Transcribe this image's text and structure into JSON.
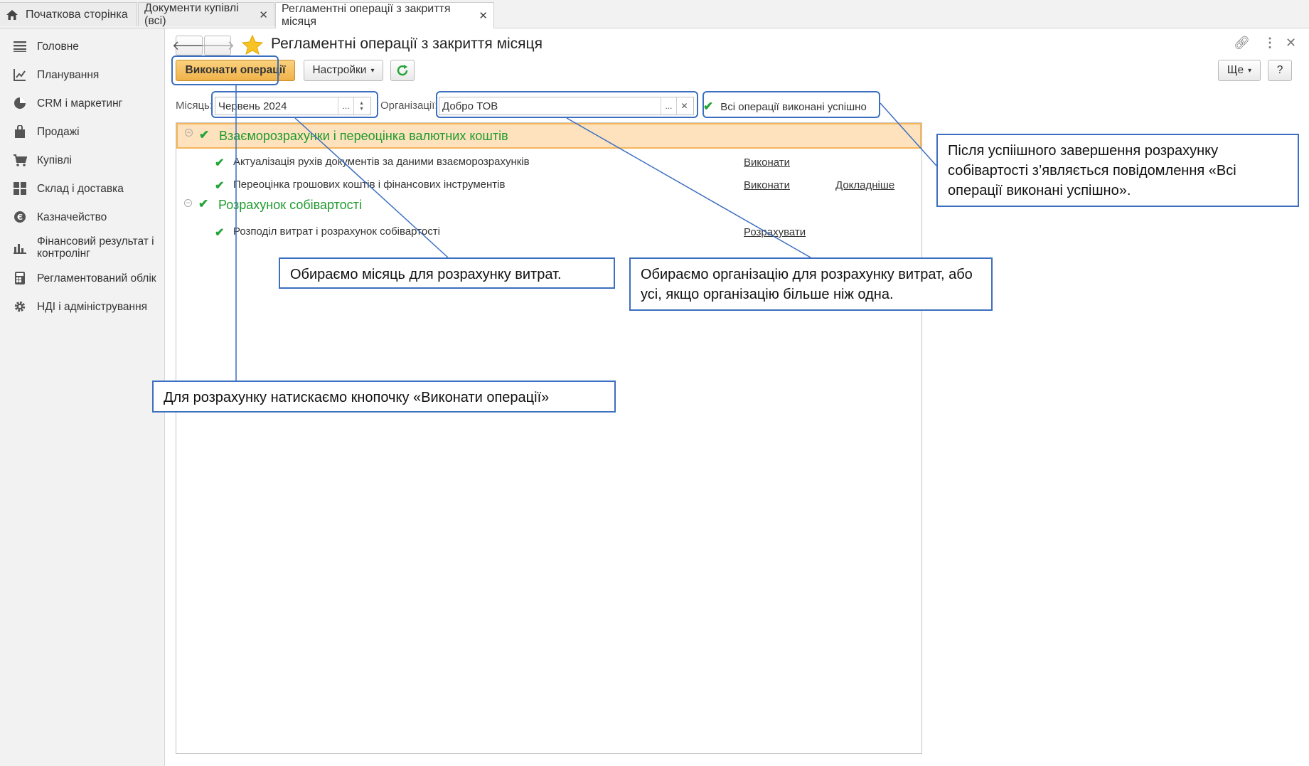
{
  "tabs": [
    {
      "label": "Початкова сторінка"
    },
    {
      "label": "Документи купівлі (всі)"
    },
    {
      "label": "Регламентні операції з закриття місяця"
    }
  ],
  "sidebar": {
    "items": [
      {
        "label": "Головне",
        "icon": "menu-icon"
      },
      {
        "label": "Планування",
        "icon": "chart-line-icon"
      },
      {
        "label": "CRM і маркетинг",
        "icon": "pie-chart-icon"
      },
      {
        "label": "Продажі",
        "icon": "bag-icon"
      },
      {
        "label": "Купівлі",
        "icon": "cart-icon"
      },
      {
        "label": "Склад і доставка",
        "icon": "grid-icon"
      },
      {
        "label": "Казначейство",
        "icon": "coin-icon"
      },
      {
        "label": "Фінансовий результат і контролінг",
        "icon": "bar-chart-icon"
      },
      {
        "label": "Регламентований облік",
        "icon": "calculator-icon"
      },
      {
        "label": "НДІ і адміністрування",
        "icon": "gear-icon"
      }
    ]
  },
  "header": {
    "title": "Регламентні операції з закриття місяця"
  },
  "toolbar": {
    "run_label": "Виконати операції",
    "settings_label": "Настройки",
    "more_label": "Ще",
    "help_label": "?"
  },
  "filters": {
    "month_label": "Місяць:",
    "month_value": "Червень 2024",
    "org_label": "Організації:",
    "org_value": "Добро ТОВ",
    "status": "Всі операції виконані успішно"
  },
  "groups": [
    {
      "title": "Взаєморозрахунки і переоцінка валютних коштів",
      "ops": [
        {
          "text": "Актуалізація рухів документів за даними взаєморозрахунків",
          "action": "Виконати",
          "extra": ""
        },
        {
          "text": "Переоцінка грошових коштів і фінансових інструментів",
          "action": "Виконати",
          "extra": "Докладніше"
        }
      ]
    },
    {
      "title": "Розрахунок собівартості",
      "ops": [
        {
          "text": "Розподіл витрат і розрахунок собівартості",
          "action": "Розрахувати",
          "extra": ""
        }
      ]
    }
  ],
  "callouts": {
    "success": "Після успіішного завершення розрахунку собівартості з’являється повідомлення «Всі операції виконані успішно».",
    "month": "Обираємо місяць для розрахунку витрат.",
    "org": "Обираємо організацію для розрахунку витрат, або усі, якщо організацію більше ніж одна.",
    "run": "Для розрахунку натискаємо кнопочку «Виконати операції»"
  },
  "colors": {
    "accent_button": "#f0b24a",
    "group_green": "#1f9b2e",
    "highlight_row": "#fde2bd",
    "callout_border": "#3c6fbf"
  }
}
